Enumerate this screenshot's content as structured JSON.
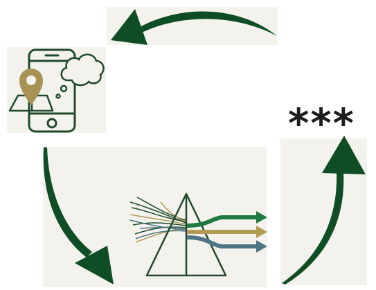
{
  "diagram": {
    "rating_text": "***",
    "colors": {
      "arrow_green": "#0f4d24",
      "icon_dark_green": "#1f4a2b",
      "pin_gold": "#a89255",
      "stream_green": "#1e7a3e",
      "stream_gold": "#b39a56",
      "stream_blue": "#4d7585",
      "panel_background": "#f3f2ec"
    },
    "icons": [
      "smartphone-icon",
      "location-pin-icon",
      "map-icon",
      "thought-cloud-icon",
      "prism-icon"
    ],
    "arrows": [
      "top-curved-arrow",
      "left-curved-arrow",
      "right-curved-arrow"
    ]
  }
}
